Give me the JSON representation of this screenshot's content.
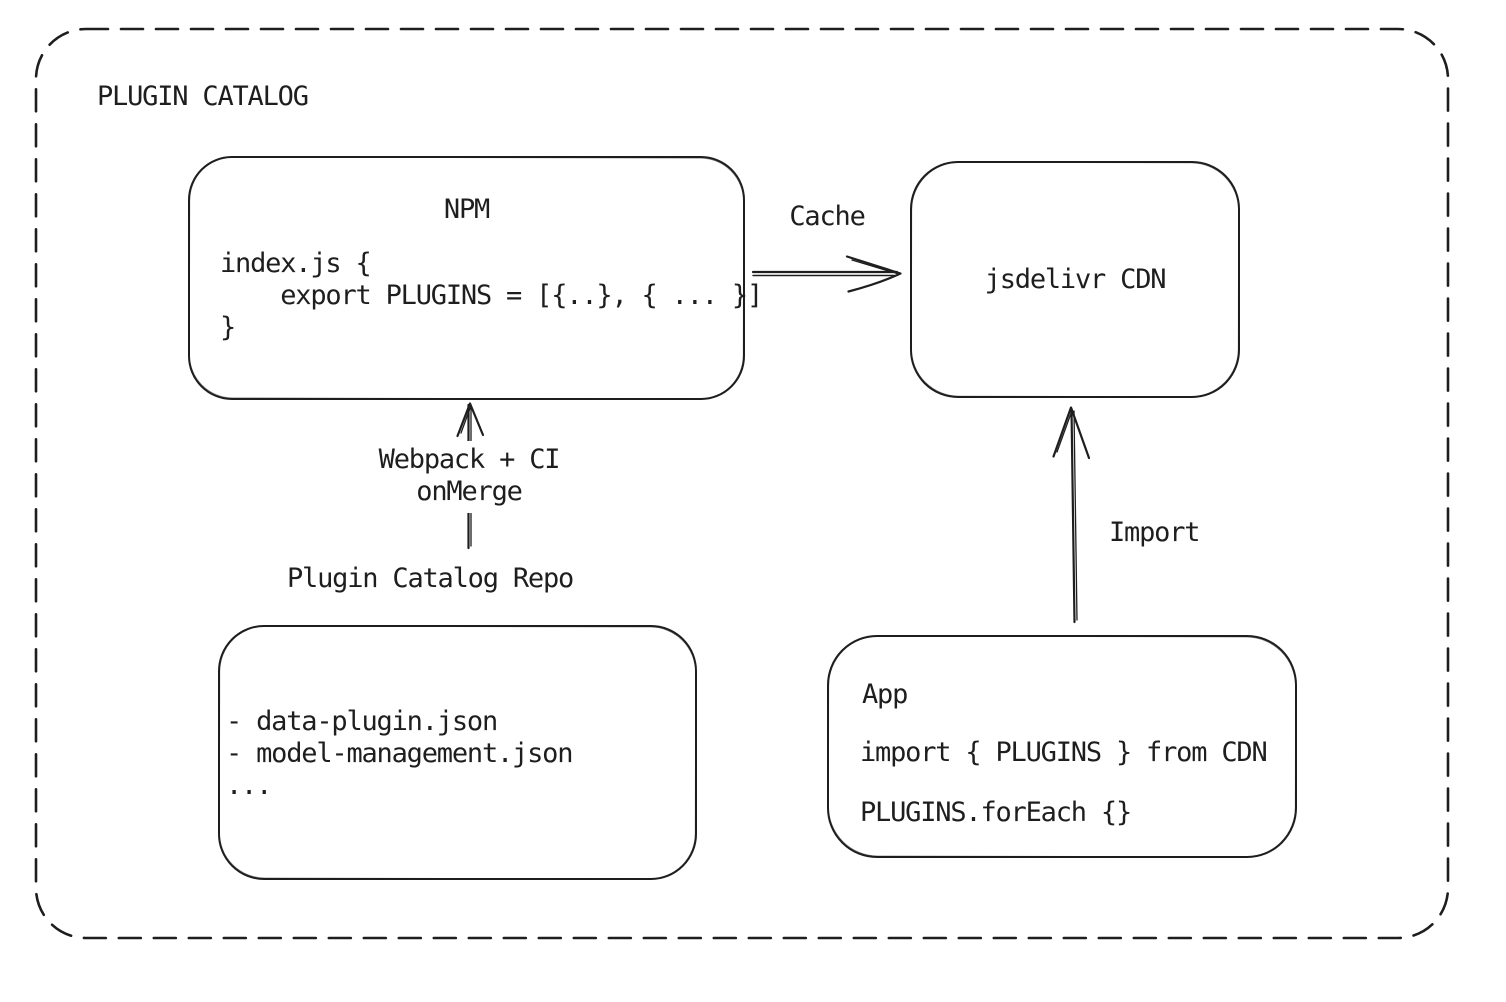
{
  "colors": {
    "stroke": "#1e1e1e",
    "background": "#ffffff"
  },
  "diagram": {
    "title": "PLUGIN CATALOG",
    "nodes": {
      "npm": {
        "title": "NPM",
        "code": "index.js {\n    export PLUGINS = [{..}, { ... }]\n}"
      },
      "cdn": {
        "label": "jsdelivr CDN"
      },
      "repo": {
        "label": "Plugin Catalog Repo",
        "files": "- data-plugin.json\n- model-management.json\n..."
      },
      "app": {
        "title": "App",
        "import_line": "import { PLUGINS } from CDN",
        "foreach_line": "PLUGINS.forEach {}"
      }
    },
    "edges": {
      "cache": {
        "label": "Cache",
        "from": "NPM",
        "to": "jsdelivr CDN"
      },
      "build": {
        "label": "Webpack + CI\nonMerge",
        "from": "Plugin Catalog Repo",
        "to": "NPM"
      },
      "import": {
        "label": "Import",
        "from": "App",
        "to": "jsdelivr CDN"
      }
    }
  }
}
